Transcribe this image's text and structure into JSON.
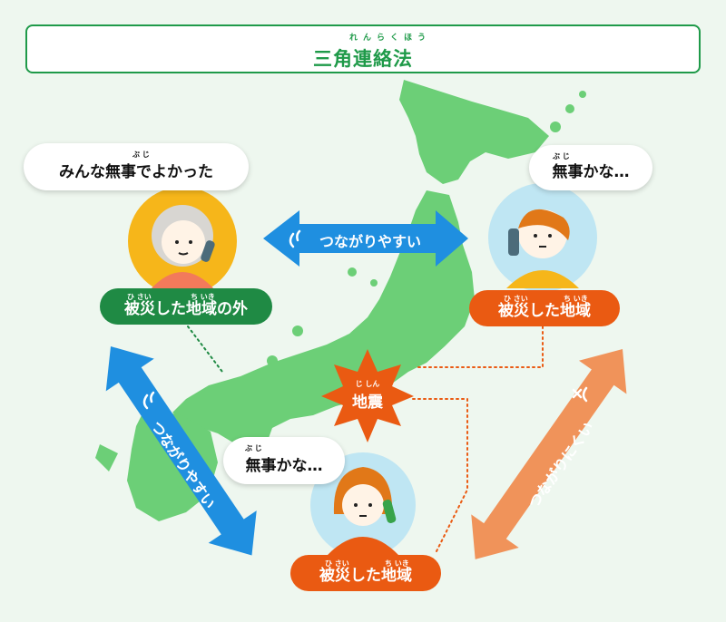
{
  "title": {
    "text": "三角連絡法",
    "ruby": "れんらくほう"
  },
  "bubbles": {
    "outside": {
      "text": "みんな無事でよかった",
      "ruby": "ぶ じ"
    },
    "right": {
      "text": "無事かな…",
      "ruby": "ぶ じ"
    },
    "bottom": {
      "text": "無事かな…",
      "ruby": "ぶ じ"
    }
  },
  "labels": {
    "outside": {
      "text": "被災した地域の外",
      "ruby1": "ひ さい",
      "ruby2": "ち いき"
    },
    "right": {
      "text": "被災した地域",
      "ruby1": "ひ さい",
      "ruby2": "ち いき"
    },
    "bottom": {
      "text": "被災した地域",
      "ruby1": "ひ さい",
      "ruby2": "ち いき"
    }
  },
  "earthquake": {
    "text": "地震",
    "ruby": "じ しん"
  },
  "arrows": {
    "top": {
      "text": "つながりやすい"
    },
    "left": {
      "text": "つながりやすい"
    },
    "right": {
      "text": "つながりにくい"
    }
  },
  "colors": {
    "green": "#1f8a44",
    "orange": "#ea5a12",
    "blue": "#1f8fe0",
    "light_orange": "#f0935a",
    "map": "#6ccf77",
    "background": "#eef7ef"
  }
}
